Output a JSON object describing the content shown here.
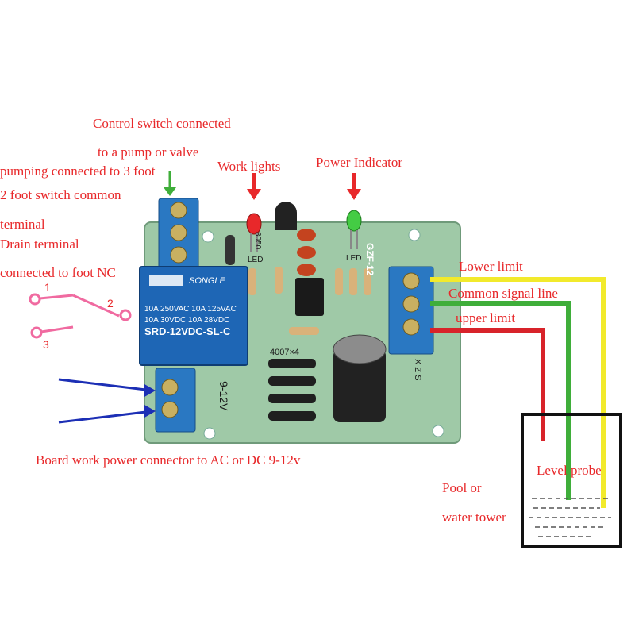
{
  "annotations": {
    "control_switch_line1": "Control switch connected",
    "control_switch_line2": "to a pump or valve",
    "pumping_foot3": "pumping connected to 3 foot",
    "common_terminal_line1": "2 foot switch common",
    "common_terminal_line2": "terminal",
    "drain_terminal": "Drain terminal",
    "foot_nc": "connected to  foot NC",
    "work_lights": "Work lights",
    "power_indicator": "Power Indicator",
    "lower_limit": "Lower limit",
    "common_signal_line": "Common signal line",
    "upper_limit": "upper limit",
    "board_power": "Board work  power connector to AC or DC 9-12v",
    "pool_line1": "Pool or",
    "pool_line2": "water tower",
    "level_probe": "Level probe"
  },
  "switch_labels": {
    "pin1": "1",
    "pin2": "2",
    "pin3": "3"
  },
  "board": {
    "relay_brand": "SONGLE",
    "relay_rating_1": "10A 250VAC  10A 125VAC",
    "relay_rating_2": "10A 30VDC   10A 28VDC",
    "relay_model": "SRD-12VDC-SL-C",
    "board_id": "GZF-12",
    "diode_label": "4007×4",
    "voltage_label": "9-12V",
    "transistor_label": "8050",
    "led_label_1": "LED",
    "led_label_2": "LED",
    "probe_pins_label": "X Z S"
  },
  "colors": {
    "annotation_red": "#e8282a",
    "pcb_green": "#9fc9a7",
    "terminal_blue": "#2a78c2",
    "relay_blue": "#1e66b5",
    "wire_yellow": "#f2ea2c",
    "wire_green": "#3fae3a",
    "wire_red": "#d8232a",
    "arrow_blue": "#1c2fb5",
    "switch_pink": "#f06aa0"
  }
}
